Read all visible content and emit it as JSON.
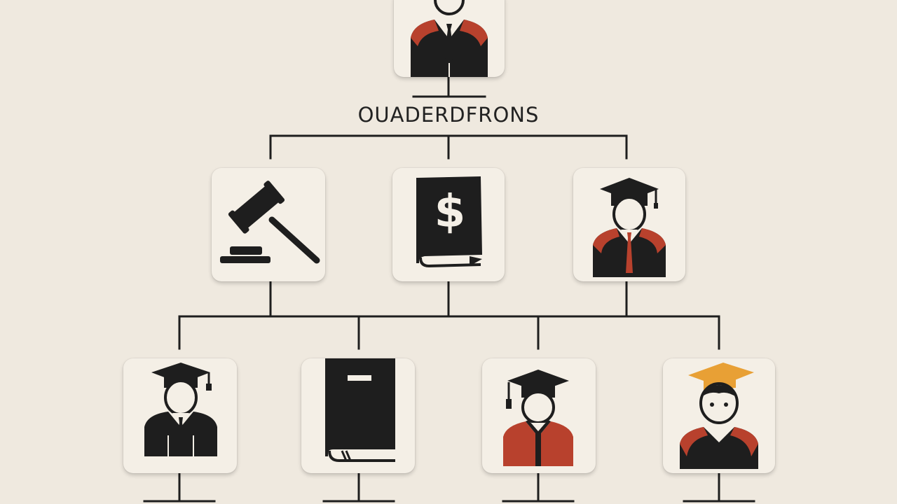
{
  "diagram": {
    "title": "OUADERDFRONS",
    "colors": {
      "background": "#efe9df",
      "tile": "#f4efe6",
      "dark": "#1e1e1e",
      "accent_red": "#b8412d",
      "accent_orange": "#e8a035"
    },
    "nodes": [
      {
        "id": "top-person",
        "icon": "graduate-person-icon"
      },
      {
        "id": "gavel",
        "icon": "gavel-icon"
      },
      {
        "id": "money-book",
        "icon": "dollar-book-icon"
      },
      {
        "id": "graduate-gown",
        "icon": "graduate-gown-icon"
      },
      {
        "id": "graduate-suit",
        "icon": "graduate-suit-icon"
      },
      {
        "id": "closed-book",
        "icon": "book-icon"
      },
      {
        "id": "graduate-red",
        "icon": "graduate-red-gown-icon"
      },
      {
        "id": "graduate-orange",
        "icon": "graduate-orange-cap-icon"
      }
    ]
  }
}
